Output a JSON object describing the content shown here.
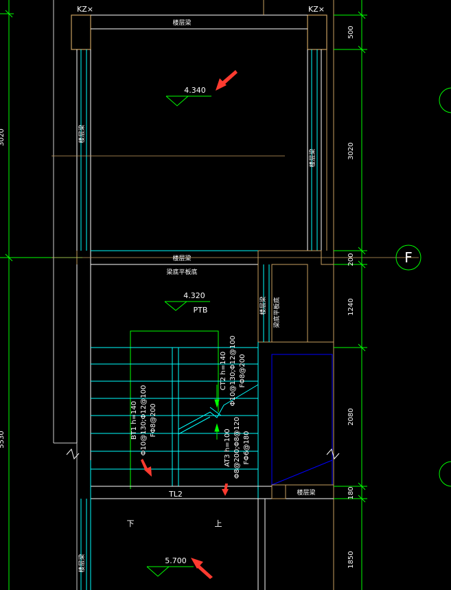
{
  "colors": {
    "background": "#000000",
    "white": "#ffffff",
    "cyan": "#00ffff",
    "green": "#00ff00",
    "orange": "#c8a060",
    "blue": "#0000ff",
    "red": "#ff3b30"
  },
  "column_labels": {
    "left": "KZ×",
    "right": "KZ×"
  },
  "beam_labels": {
    "top": "楼层梁",
    "mid": "楼层梁",
    "slab_bottom": "梁底平板底",
    "left_upper_vertical": "楼层梁",
    "right_upper_vertical": "楼层梁",
    "right_mid_vertical_a": "楼层梁",
    "right_mid_vertical_b": "梁底平板底",
    "bottom_right": "楼层梁",
    "bottom_left_vertical": "楼层梁"
  },
  "elevations": {
    "upper": "4.340",
    "landing": "4.320",
    "lower": "5.700"
  },
  "landing_label": "PTB",
  "stair_labels": {
    "bt1": [
      "BT1 h=140",
      "Φ10@130;Φ12@100",
      "FΦ8@200"
    ],
    "ct2": [
      "CT2 h=140",
      "Φ10@130;Φ12@100",
      "FΦ8@200"
    ],
    "at3": [
      "AT3 h=100",
      "Φ8@200;Φ8@120",
      "FΦ6@180"
    ]
  },
  "beam_tl2": "TL2",
  "dir_down": "下",
  "dir_up": "上",
  "right_dimensions": [
    "500",
    "3020",
    "200",
    "1240",
    "2080",
    "180",
    "1850"
  ],
  "left_dimensions": [
    "3020",
    "5530"
  ],
  "grid_labels": {
    "f": "F"
  }
}
